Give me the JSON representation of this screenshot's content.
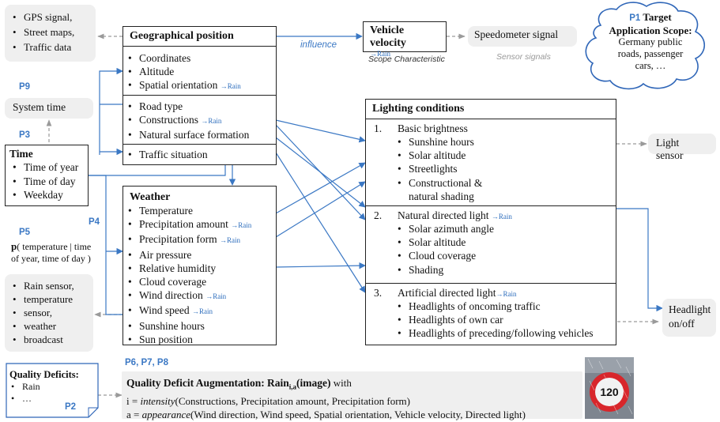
{
  "geo": {
    "title": "Geographical position",
    "s1": [
      "Coordinates",
      "Altitude",
      "Spatial orientation"
    ],
    "s2": [
      "Road type",
      "Constructions",
      "Natural surface formation"
    ],
    "s3": [
      "Traffic situation"
    ]
  },
  "rain_sub": "→Rain",
  "velocity": {
    "title": "Vehicle velocity",
    "sub": "→Rain",
    "caption": "Scope Characteristic"
  },
  "influence": "influence",
  "speedometer": "Speedometer signal",
  "sensor_signals": "Sensor signals",
  "gps": [
    "GPS signal,",
    "Street maps,",
    "Traffic data"
  ],
  "p1": {
    "tag": "P1",
    "title1": "Target",
    "title2": "Application Scope:",
    "text": [
      "Germany public",
      "roads, passenger",
      "cars, …"
    ]
  },
  "p9": "P9",
  "system_time": "System time",
  "p3": "P3",
  "time": {
    "title": "Time",
    "items": [
      "Time of year",
      "Time of day",
      "Weekday"
    ]
  },
  "p4": "P4",
  "p5": "P5",
  "prob": {
    "p": "p",
    "line1": "( temperature | time",
    "line2": "of year, time of day )"
  },
  "weather": {
    "title": "Weather",
    "items": [
      "Temperature",
      "Precipitation amount",
      "Precipitation form",
      "Air pressure",
      "Relative humidity",
      "Cloud coverage",
      "Wind direction",
      "Wind speed",
      "Sunshine hours",
      "Sun position"
    ]
  },
  "sensors": [
    "Rain sensor,",
    "temperature",
    "sensor,",
    "weather",
    "broadcast"
  ],
  "lighting": {
    "title": "Lighting conditions",
    "sec1": {
      "num": "1.",
      "title": "Basic brightness",
      "items": [
        "Sunshine hours",
        "Solar altitude",
        "Streetlights",
        "Constructional &",
        "natural shading"
      ]
    },
    "sec2": {
      "num": "2.",
      "title": "Natural directed light",
      "items": [
        "Solar azimuth angle",
        "Solar altitude",
        "Cloud coverage",
        "Shading"
      ]
    },
    "sec3": {
      "num": "3.",
      "title": "Artificial directed light",
      "items": [
        "Headlights of oncoming traffic",
        "Headlights of own car",
        "Headlights of preceding/following vehicles"
      ]
    }
  },
  "light_sensor": "Light sensor",
  "headlight": [
    "Headlight",
    "on/off"
  ],
  "quality": {
    "title": "Quality Deficits:",
    "items": [
      "Rain",
      "…"
    ],
    "tag": "P2"
  },
  "p678": "P6, P7, P8",
  "qda": {
    "title": "Quality Deficit Augmentation:",
    "rain": "Rain",
    "rain_sub": "i,a",
    "image": "(image)",
    "with": " with",
    "i_prefix": "i = ",
    "i_func": "intensity",
    "i_args": "(Constructions, Precipitation amount, Precipitation form)",
    "a_prefix": "a = ",
    "a_func": "appearance",
    "a_args": "(Wind direction, Wind speed, Spatial orientation, Vehicle velocity, Directed light)"
  },
  "sign": {
    "value": "120",
    "bg": "#8a9099",
    "ring": "#d8262b"
  },
  "colors": {
    "arrow_blue": "#3b78c4",
    "dashed_grey": "#9a9a9a",
    "grey_box": "#efefef"
  }
}
